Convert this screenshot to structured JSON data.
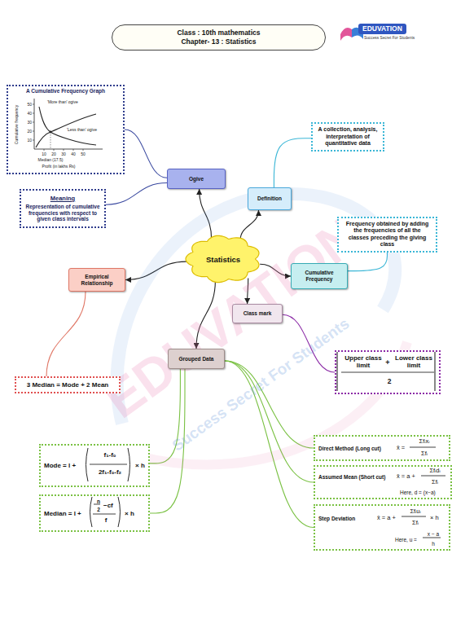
{
  "diagram": {
    "nodes": [
      {
        "text": [
          "Class : 10th mathematics",
          "Chapter- 13 : Statistics"
        ]
      },
      {
        "text": [
          "Statistics"
        ]
      },
      {
        "text": [
          "Ogive"
        ]
      },
      {
        "text": [
          "Definition"
        ]
      },
      {
        "text": [
          "Cumulative Frequency"
        ]
      },
      {
        "text": [
          "Class mark"
        ]
      },
      {
        "text": [
          "Empirical Relationship"
        ]
      },
      {
        "text": [
          "Grouped Data"
        ]
      },
      {
        "text": [
          "A Cumulative Frequency Graph"
        ]
      },
      {
        "text": [
          "Meaning",
          "Representation of cumulative frequencies with respect to given class intervals"
        ]
      },
      {
        "text": [
          "A collection, analysis, interpretation of quantitative data"
        ]
      },
      {
        "text": [
          "Frequency obtained by adding the frequencies of all the classes preceding the giving class"
        ]
      },
      {
        "text": [
          "Upper class limit",
          "+",
          "Lower class limit",
          "2"
        ]
      },
      {
        "text": [
          "3 Median = Mode + 2 Mean"
        ]
      },
      {
        "text": [
          "Mode = l +",
          "f₁-f₀",
          "2f₁-f₀-f₂",
          "× h"
        ]
      },
      {
        "text": [
          "Median = l +",
          "n",
          "2",
          "−cf",
          "f",
          "× h"
        ]
      },
      {
        "text": [
          "Direct Method (Long cut)",
          "x̄ =",
          "Σfᵢxᵢ",
          "Σfᵢ"
        ]
      },
      {
        "text": [
          "Assumed Mean (Short cut)",
          "x̄ = a +",
          "Σfᵢdᵢ",
          "Σfᵢ",
          "Here, d = (x−a)"
        ]
      },
      {
        "text": [
          "Step Deviation",
          "x̄ = a +",
          "Σfᵢuᵢ",
          "Σfᵢ",
          "× h",
          "Here, u =",
          "x − a",
          "h"
        ]
      }
    ],
    "edges": [
      {
        "from": 1,
        "to": 2,
        "arrow": "to"
      },
      {
        "from": 1,
        "to": 3,
        "arrow": "to"
      },
      {
        "from": 1,
        "to": 4,
        "arrow": "to"
      },
      {
        "from": 1,
        "to": 5,
        "arrow": "to"
      },
      {
        "from": 1,
        "to": 6,
        "arrow": "to"
      },
      {
        "from": 1,
        "to": 7,
        "arrow": "to"
      },
      {
        "from": 2,
        "to": 8,
        "arrow": "none"
      },
      {
        "from": 2,
        "to": 9,
        "arrow": "none"
      },
      {
        "from": 3,
        "to": 10,
        "arrow": "none"
      },
      {
        "from": 4,
        "to": 11,
        "arrow": "none"
      },
      {
        "from": 5,
        "to": 12,
        "arrow": "none"
      },
      {
        "from": 6,
        "to": 13,
        "arrow": "none"
      },
      {
        "from": 7,
        "to": 14,
        "arrow": "none"
      },
      {
        "from": 7,
        "to": 15,
        "arrow": "none"
      },
      {
        "from": 7,
        "to": 16,
        "arrow": "none"
      },
      {
        "from": 7,
        "to": 17,
        "arrow": "none"
      },
      {
        "from": 7,
        "to": 18,
        "arrow": "none"
      }
    ],
    "labels": [
      "EDUVATION",
      "Success Secret For Students",
      "EDUVATION",
      "Success Secret For Students",
      "Cumulative frequency",
      "50",
      "40",
      "30",
      "20",
      "10",
      "10",
      "20",
      "30",
      "40",
      "50",
      "'More than' ogive",
      "'Less than' ogive",
      "Median (17.5)",
      "Profit (in lakhs Rs)"
    ]
  }
}
